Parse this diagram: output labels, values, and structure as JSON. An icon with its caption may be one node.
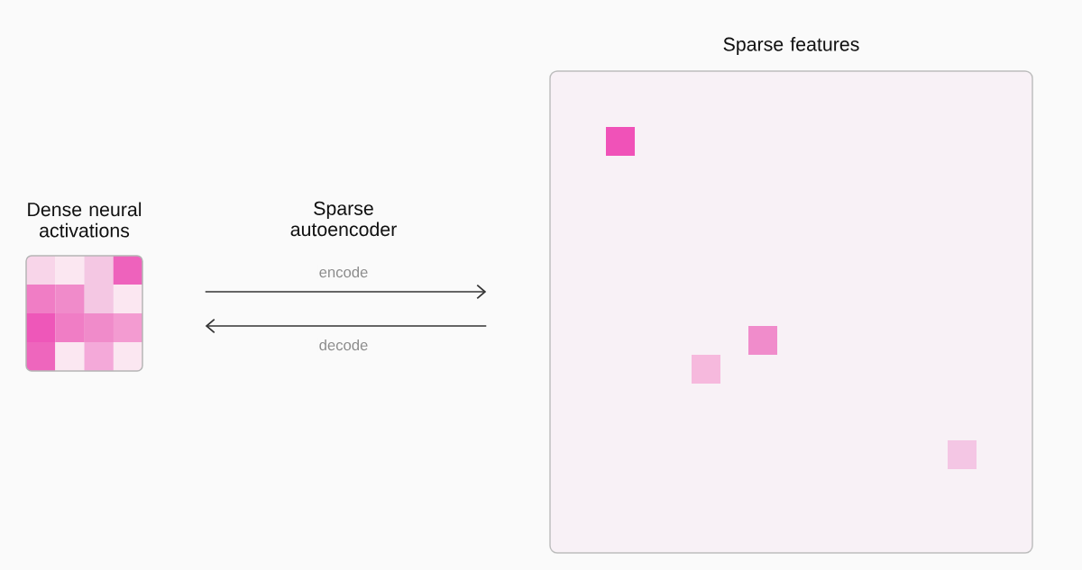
{
  "diagram": {
    "nodes": [
      {
        "text": [
          "Dense neural activations"
        ]
      },
      {
        "text": [
          "Sparse features"
        ]
      }
    ],
    "edges": [
      {
        "from": 0,
        "to": 1,
        "arrow": "to",
        "label": "encode"
      },
      {
        "from": 1,
        "to": 0,
        "arrow": "to",
        "label": "decode"
      }
    ],
    "labels": [
      "Sparse autoencoder"
    ]
  }
}
